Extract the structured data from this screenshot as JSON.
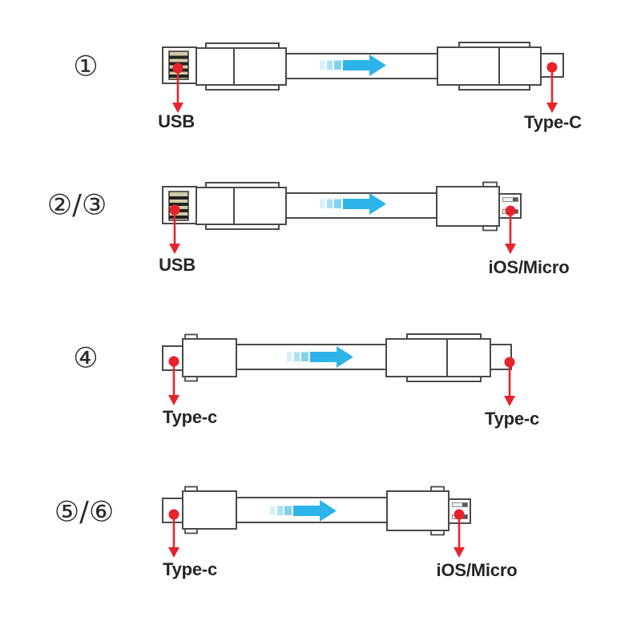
{
  "rows": [
    {
      "number": "①",
      "left_label": "USB",
      "right_label": "Type-C"
    },
    {
      "number": "②/③",
      "left_label": "USB",
      "right_label": "iOS/Micro"
    },
    {
      "number": "④",
      "left_label": "Type-c",
      "right_label": "Type-c"
    },
    {
      "number": "⑤/⑥",
      "left_label": "Type-c",
      "right_label": "iOS/Micro"
    }
  ],
  "icons": {
    "flow_arrow_icon": "cyan right-pointing arrow with fading motion trail",
    "pointer_arrow_icon": "red dot with downward arrow pointing to label"
  },
  "colors": {
    "flow_arrow": "#2db4e8",
    "pointer_red": "#e7232b",
    "outline": "#4a4a4a",
    "usb_contact": "#d1caa6",
    "label_text": "#262626"
  }
}
